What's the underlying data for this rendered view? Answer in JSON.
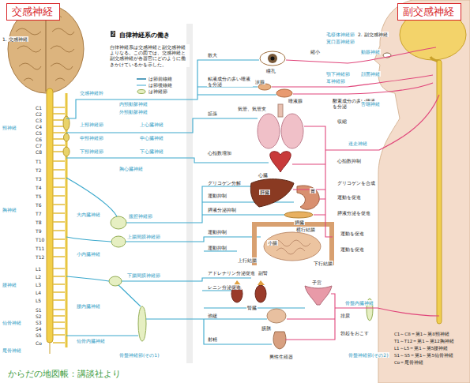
{
  "diagram": {
    "title": "自律神経系の働き",
    "caption": "からだの地図帳：講談社より",
    "nodes": [
      {
        "text": [
          "交感神経"
        ]
      },
      {
        "text": [
          "副交感神経"
        ]
      }
    ],
    "labels": [
      "1. 交感神経",
      "C1",
      "C2",
      "C3",
      "C4",
      "C5",
      "C6",
      "C7",
      "C8",
      "T1",
      "T2",
      "T3",
      "T4",
      "T5",
      "T6",
      "T7",
      "T8",
      "T9",
      "T10",
      "T11",
      "T12",
      "L1",
      "L2",
      "L3",
      "L4",
      "L5",
      "S1",
      "S2",
      "S3",
      "S4",
      "S5",
      "Co",
      "頸神経",
      "胸神経",
      "腰神経",
      "仙骨神経",
      "尾骨神経",
      "交感神経幹",
      "内頸動脈神経",
      "外頸動脈神経",
      "上頸神経節",
      "上心臓神経",
      "中頸神経節",
      "中心臓神経",
      "下頸神経節",
      "下心臓神経",
      "胸心臓神経",
      "大内臓神経",
      "腹腔神経節",
      "小内臓神経",
      "上腸間膜神経節",
      "下腸間膜神経節",
      "腰内臓神経",
      "仙骨内臓神経",
      "骨盤神経節(その1)",
      "自律神経系は交感神経と副交感神経よりなる。この図では、交感神経と副交感神経が各器官にどのように働きかけているかを示した。",
      "散大",
      "瞳孔",
      "縮小",
      "毛様体神経節",
      "翼口蓋神経節",
      "粘液成分の多い唾液を分泌",
      "涙腺",
      "唾液腺",
      "顎下神経節",
      "耳神経節",
      "酵素成分の多い唾液を分泌",
      "拡張",
      "気管、気管支",
      "収縮",
      "心拍数増加",
      "心臓",
      "心拍数抑制",
      "グリコゲン分解",
      "肝臓",
      "グリコゲンを合成",
      "運動抑制",
      "胃",
      "運動を促進",
      "膵液分泌抑制",
      "膵臓",
      "膵液分泌を促進",
      "運動抑制",
      "横行結腸",
      "運動を促進",
      "小腸",
      "運動抑制",
      "上行結腸",
      "下行結腸",
      "運動を促進",
      "アドレナリン分泌促進",
      "副腎",
      "レニン分泌促進",
      "腎臓",
      "子宮",
      "弛緩",
      "膀胱",
      "排尿",
      "射精",
      "男性生殖器",
      "勃起をおこす",
      "2. 副交感神経",
      "動眼神経",
      "顔面神経",
      "舌咽神経",
      "迷走神経",
      "骨盤内臓神経",
      "骨盤神経節(その2)",
      "C1～C8＝第1～第8頸神経",
      "T1～T12＝第1～第12胸神経",
      "L1～L5＝第1～第5腰神経",
      "S1～S5＝第1～第5仙骨神経",
      "Co＝尾骨神経",
      "2"
    ],
    "legend": [
      {
        "text": "は節前線維"
      },
      {
        "text": "は節後線維"
      },
      {
        "text": "は神経節"
      }
    ]
  }
}
